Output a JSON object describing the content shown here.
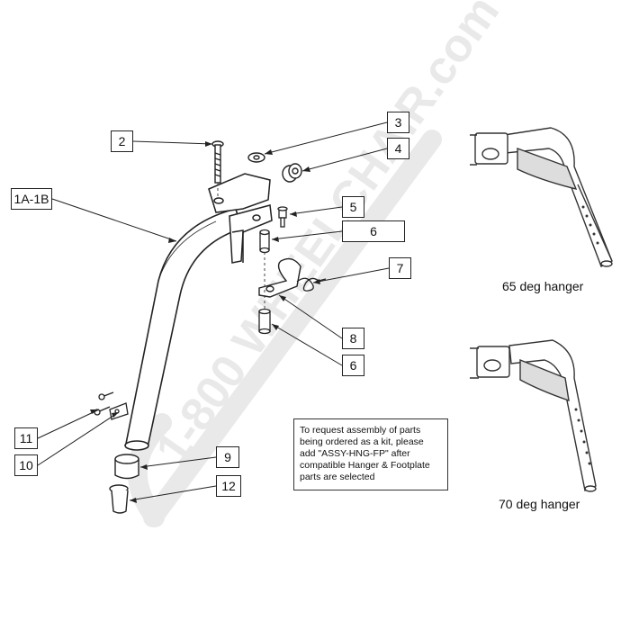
{
  "callouts": {
    "c2": "2",
    "c3": "3",
    "c4": "4",
    "c1a1b": "1A-1B",
    "c5": "5",
    "c6a": "6",
    "c7": "7",
    "c8": "8",
    "c6b": "6",
    "c11": "11",
    "c9": "9",
    "c10": "10",
    "c12": "12"
  },
  "note": "To request assembly of parts being ordered as a kit, please add \"ASSY-HNG-FP\" after compatible Hanger & Footplate parts are selected",
  "captions": {
    "hanger65": "65 deg hanger",
    "hanger70": "70 deg hanger"
  },
  "watermark": {
    "text": "1-800 WHEELCHAIR.com"
  }
}
